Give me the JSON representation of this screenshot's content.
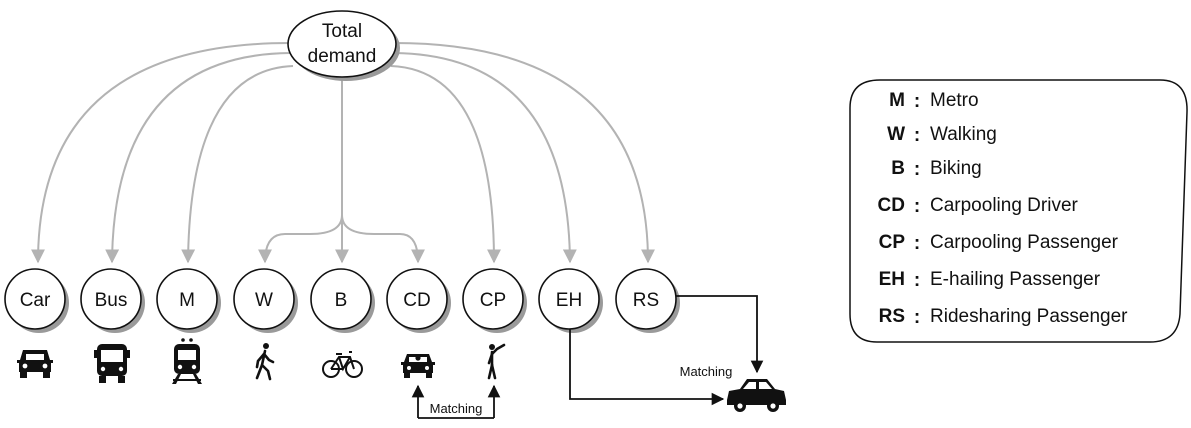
{
  "root": {
    "line1": "Total",
    "line2": "demand"
  },
  "modes": [
    {
      "label": "Car",
      "icon": "car-icon"
    },
    {
      "label": "Bus",
      "icon": "bus-icon"
    },
    {
      "label": "M",
      "icon": "train-icon"
    },
    {
      "label": "W",
      "icon": "walking-person-icon"
    },
    {
      "label": "B",
      "icon": "bicycle-icon"
    },
    {
      "label": "CD",
      "icon": "car-driver-icon"
    },
    {
      "label": "CP",
      "icon": "hailing-person-icon"
    },
    {
      "label": "EH",
      "icon": null
    },
    {
      "label": "RS",
      "icon": null
    }
  ],
  "matching": {
    "carpool": "Matching",
    "ridesharing": "Matching",
    "shared_car_icon": "car-side-icon"
  },
  "legend": [
    {
      "abbr": "M",
      "desc": "Metro"
    },
    {
      "abbr": "W",
      "desc": "Walking"
    },
    {
      "abbr": "B",
      "desc": "Biking"
    },
    {
      "abbr": "CD",
      "desc": "Carpooling Driver"
    },
    {
      "abbr": "CP",
      "desc": "Carpooling Passenger"
    },
    {
      "abbr": "EH",
      "desc": "E-hailing Passenger"
    },
    {
      "abbr": "RS",
      "desc": "Ridesharing Passenger"
    }
  ],
  "colors": {
    "edge_gray": "#b3b3b3",
    "shadow": "#9a9a9a",
    "ink": "#111111"
  }
}
